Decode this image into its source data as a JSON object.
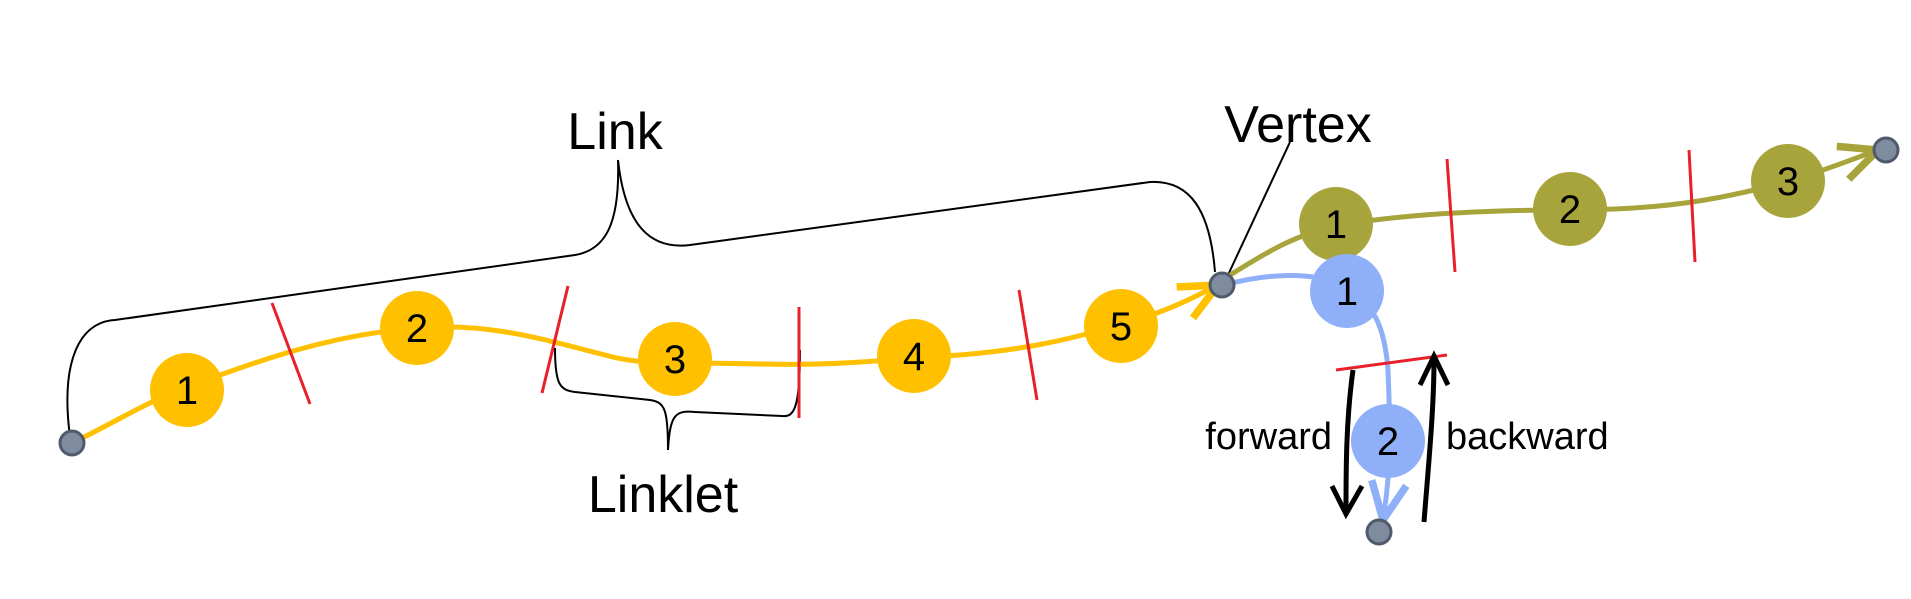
{
  "labels": {
    "link": "Link",
    "linklet": "Linklet",
    "vertex": "Vertex",
    "forward": "forward",
    "backward": "backward"
  },
  "colors": {
    "yellow_link": "#FFC000",
    "olive_link": "#A8A43C",
    "blue_link": "#8FAFF8",
    "vertex": "#7F8B9F",
    "divider": "#E8202A",
    "bracket": "#000000"
  },
  "links": {
    "yellow": {
      "linklets": [
        "1",
        "2",
        "3",
        "4",
        "5"
      ]
    },
    "olive": {
      "linklets": [
        "1",
        "2",
        "3"
      ]
    },
    "blue": {
      "linklets": [
        "1",
        "2"
      ]
    }
  }
}
